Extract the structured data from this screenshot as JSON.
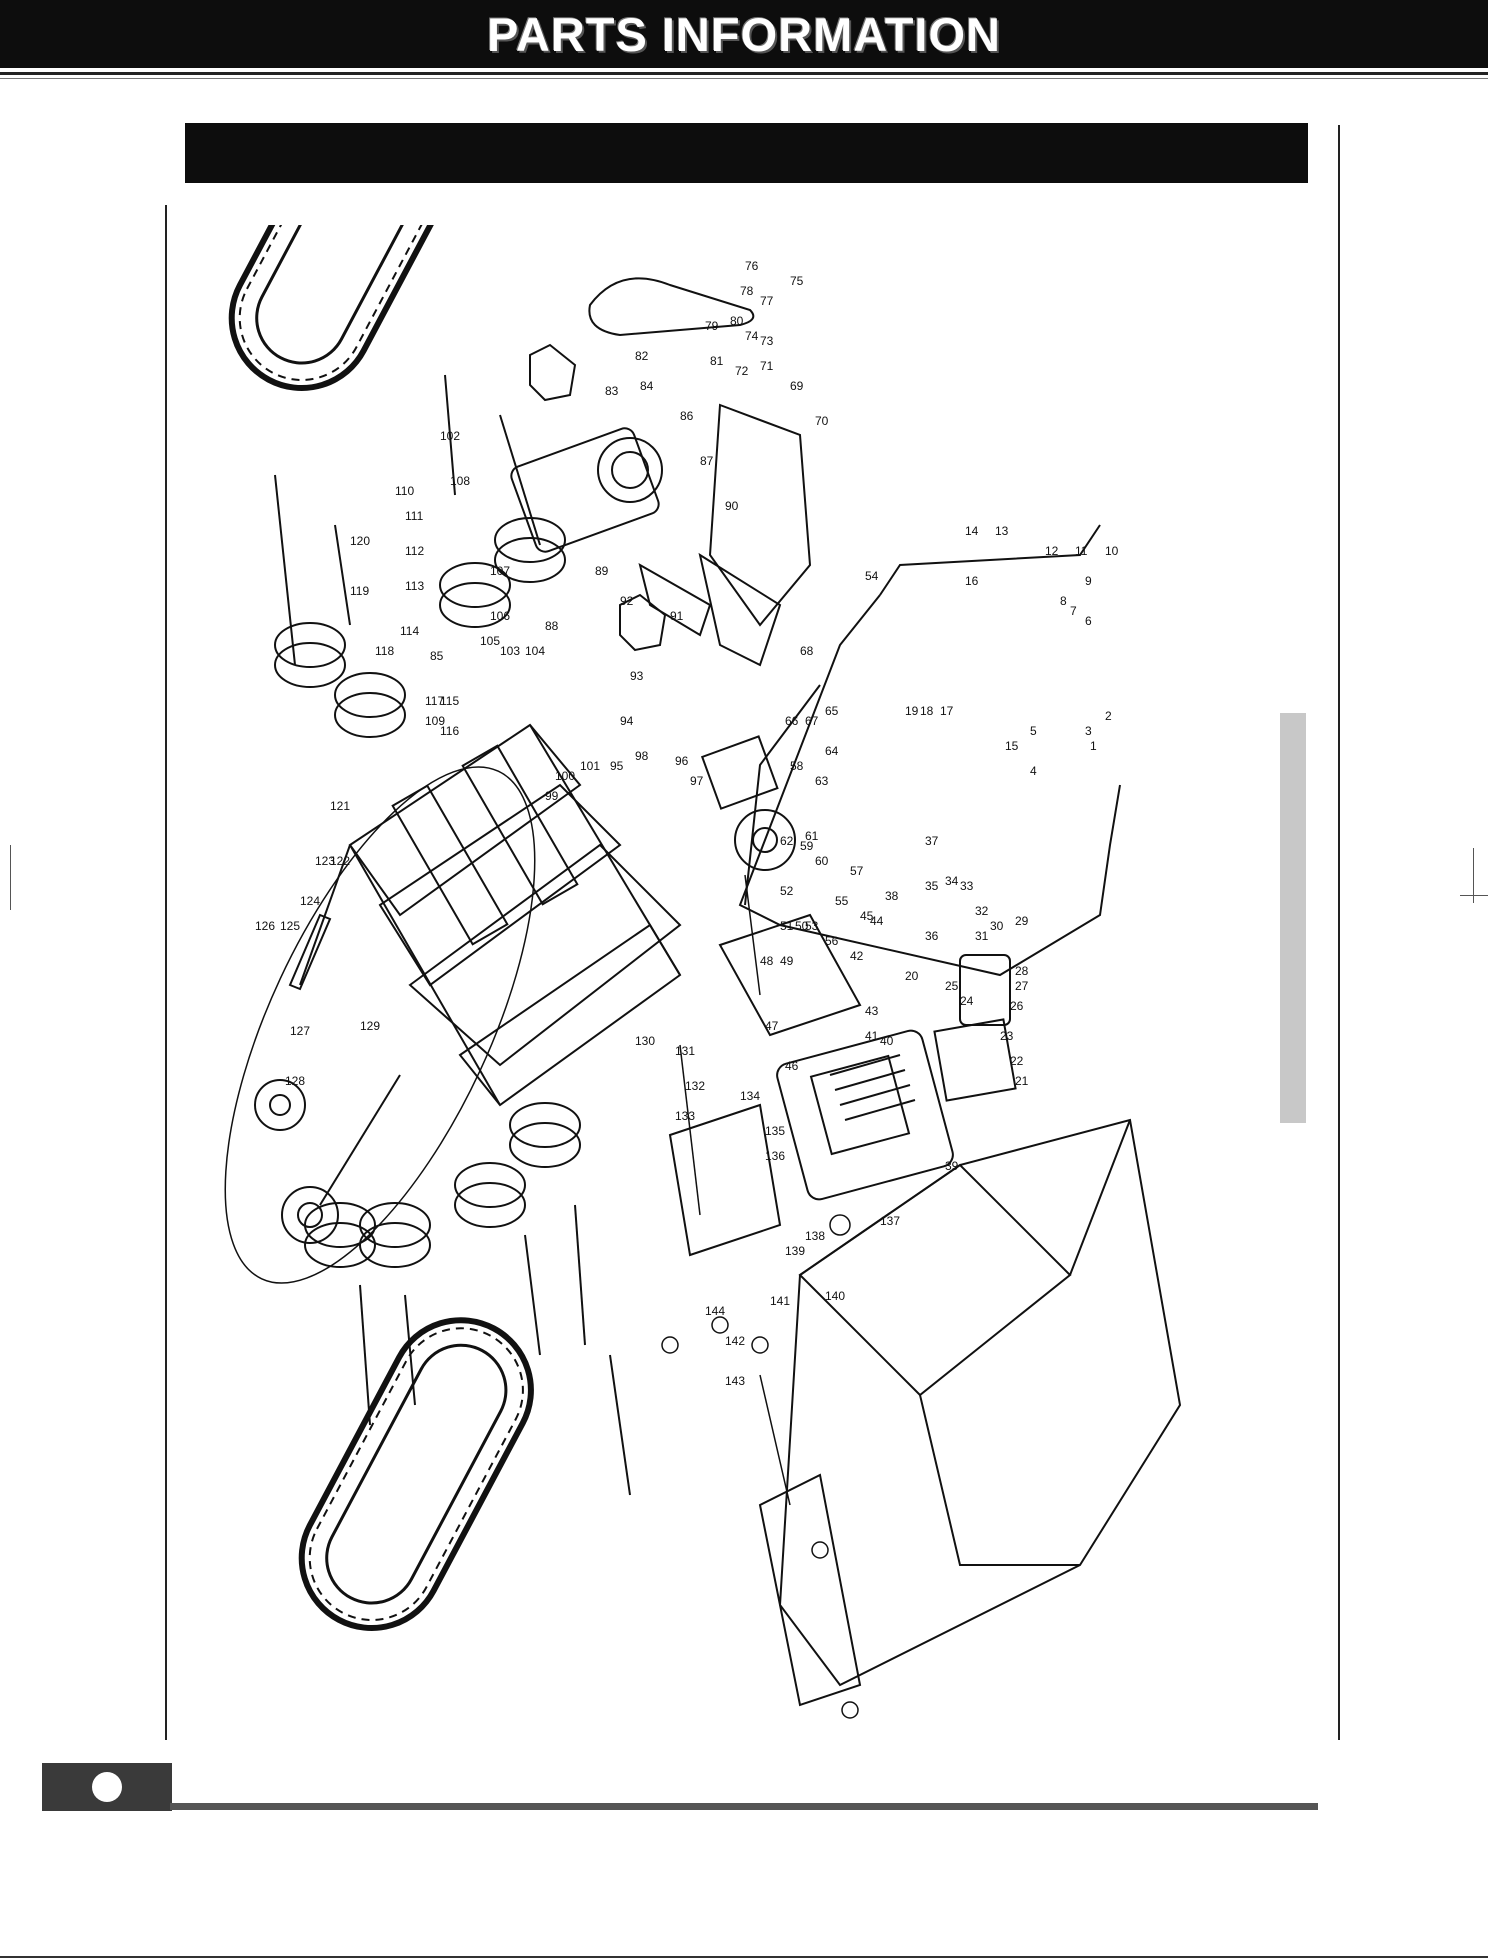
{
  "header": {
    "title": "PARTS INFORMATION"
  },
  "section": {
    "title": ""
  },
  "footer": {
    "page_number": ""
  },
  "colors": {
    "header_bg": "#0d0d0d",
    "side_tab": "#c8c8c8",
    "footer_badge": "#3a3a3a"
  },
  "diagram": {
    "callouts": [
      "1",
      "2",
      "3",
      "4",
      "5",
      "6",
      "7",
      "8",
      "9",
      "10",
      "11",
      "12",
      "13",
      "14",
      "15",
      "16",
      "17",
      "18",
      "19",
      "20",
      "21",
      "22",
      "23",
      "24",
      "25",
      "26",
      "27",
      "28",
      "29",
      "30",
      "31",
      "32",
      "33",
      "34",
      "35",
      "36",
      "37",
      "38",
      "39",
      "40",
      "41",
      "42",
      "43",
      "44",
      "45",
      "46",
      "47",
      "48",
      "49",
      "50",
      "51",
      "52",
      "53",
      "54",
      "55",
      "56",
      "57",
      "58",
      "59",
      "60",
      "61",
      "62",
      "63",
      "64",
      "65",
      "66",
      "67",
      "68",
      "69",
      "70",
      "71",
      "72",
      "73",
      "74",
      "75",
      "76",
      "77",
      "78",
      "79",
      "80",
      "81",
      "82",
      "83",
      "84",
      "85",
      "86",
      "87",
      "88",
      "89",
      "90",
      "91",
      "92",
      "93",
      "94",
      "95",
      "96",
      "97",
      "98",
      "99",
      "100",
      "101",
      "102",
      "103",
      "104",
      "105",
      "106",
      "107",
      "108",
      "109",
      "110",
      "111",
      "112",
      "113",
      "114",
      "115",
      "116",
      "117",
      "118",
      "119",
      "120",
      "121",
      "122",
      "123",
      "124",
      "125",
      "126",
      "127",
      "128",
      "129",
      "130",
      "131",
      "132",
      "133",
      "134",
      "135",
      "136",
      "137",
      "138",
      "139",
      "140",
      "141",
      "142",
      "143",
      "144"
    ]
  }
}
